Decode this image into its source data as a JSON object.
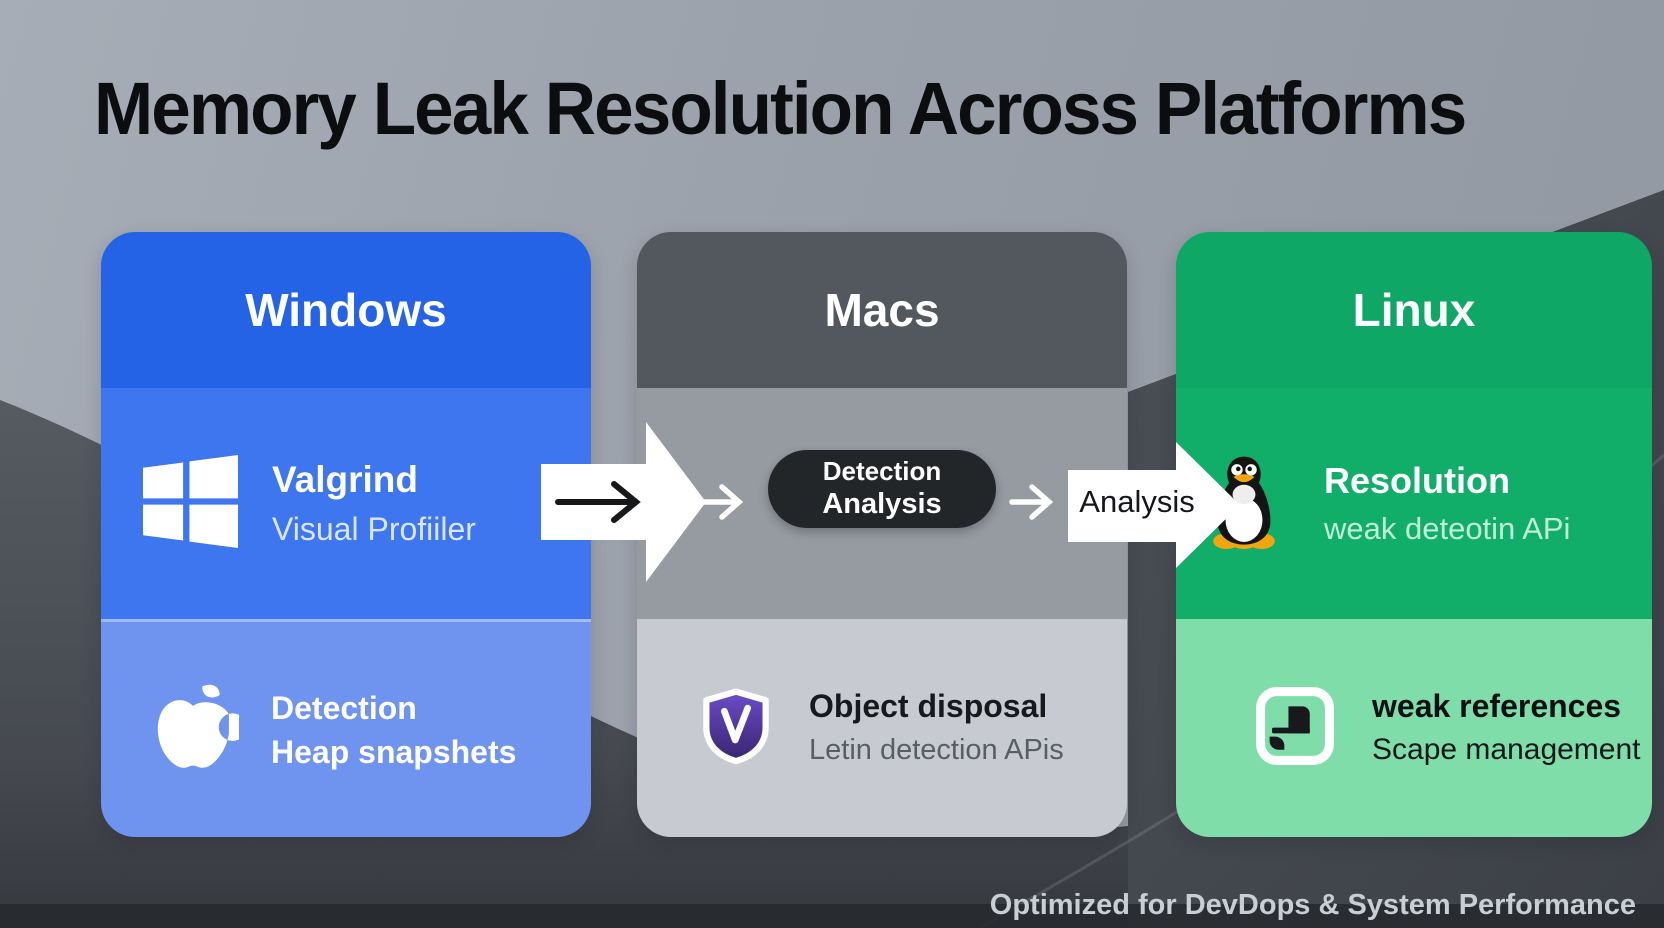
{
  "title": "Memory Leak Resolution Across Platforms",
  "caption": "Optimized for DevDops & System Performance",
  "columns": [
    {
      "platform": "Windows",
      "header_color": "#2563e6",
      "mid_color": "#3d76ee",
      "bottom_color": "#6f94ef",
      "mid": {
        "icon": "windows-logo",
        "line1": "Valgrind",
        "line2": "Visual Profiiler"
      },
      "bottom": {
        "icon": "apple-logo",
        "line1": "Detection",
        "line2": "Heap snapshets"
      }
    },
    {
      "platform": "Macs",
      "header_color": "#53585f",
      "mid_color": "#969aa1",
      "bottom_color": "#c7cbd1",
      "mid": {
        "icon": "detection-analysis-pill"
      },
      "bottom": {
        "icon": "valgrind-shield",
        "line1": "Object disposal",
        "line2": "Letin detection APis"
      }
    },
    {
      "platform": "Linux",
      "header_color": "#0ea765",
      "mid_color": "#10ae69",
      "bottom_color": "#7edda9",
      "mid": {
        "icon": "tux-penguin",
        "line1": "Resolution",
        "line2": "weak deteotin APi"
      },
      "bottom": {
        "icon": "weak-references-icon",
        "line1": "weak references",
        "line2": "Scape management"
      }
    }
  ],
  "flow": {
    "pill": {
      "line1": "Detection",
      "line2": "Analysis"
    },
    "analysis_arrow_label": "Analysis"
  },
  "colors": {
    "background_light": "#9ba1ab",
    "background_dark": "#4b5058",
    "bottom_bar": "#26292e",
    "pill_background": "#232629",
    "title_text": "#0c0d0f",
    "caption_text": "#c9ced4",
    "shield_purple": "#5a3fb0",
    "tux_orange": "#f2a50c"
  }
}
